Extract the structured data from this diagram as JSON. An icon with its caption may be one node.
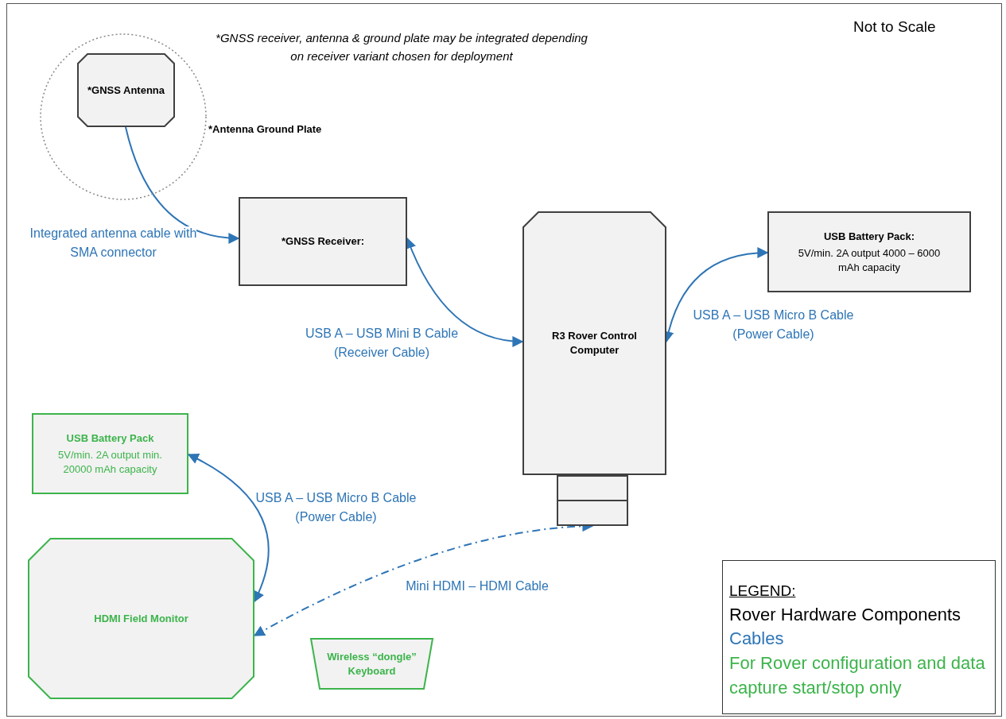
{
  "diagram": {
    "nodes": [
      {
        "text": [],
        "shape": "circle",
        "beside": [
          "*Antenna Ground Plate"
        ]
      },
      {
        "text": [
          "*GNSS Antenna"
        ],
        "in": 0
      },
      {
        "text": [
          "*GNSS Receiver:"
        ]
      },
      {
        "text": [
          "R3 Rover Control Computer"
        ]
      },
      {
        "text": [
          "USB Battery Pack:",
          "5V/min. 2A output 4000 – 6000 mAh capacity"
        ]
      },
      {
        "text": [],
        "shape": "box"
      },
      {
        "text": [
          "USB Battery Pack",
          "5V/min. 2A output min. 20000 mAh capacity"
        ]
      },
      {
        "text": [
          "HDMI Field Monitor"
        ]
      },
      {
        "text": [
          "Wireless “dongle” Keyboard"
        ]
      }
    ],
    "edges": [
      {
        "from": 1,
        "to": 2,
        "arrow": "to",
        "label": "Integrated antenna cable with SMA connector"
      },
      {
        "from": 2,
        "to": 3,
        "arrow": "both",
        "label": "USB A – USB Mini B Cable (Receiver Cable)"
      },
      {
        "from": 3,
        "to": 4,
        "arrow": "both",
        "label": "USB A – USB Micro B Cable (Power Cable)"
      },
      {
        "from": 6,
        "to": 7,
        "arrow": "both",
        "label": "USB A – USB Micro B Cable (Power Cable)"
      },
      {
        "from": 5,
        "to": 7,
        "arrow": "both",
        "label": "Mini HDMI – HDMI Cable",
        "style": "dashed"
      }
    ],
    "labels": [
      "*GNSS receiver, antenna & ground plate may be integrated depending on receiver variant chosen for deployment",
      "Not to Scale",
      "LEGEND:"
    ],
    "legend": [
      {
        "text": "Rover Hardware Components",
        "color": "#000000"
      },
      {
        "text": "Cables",
        "color": "#2e75b6"
      },
      {
        "text": "For Rover configuration and data capture start/stop only",
        "color": "#3cb44b"
      }
    ]
  }
}
